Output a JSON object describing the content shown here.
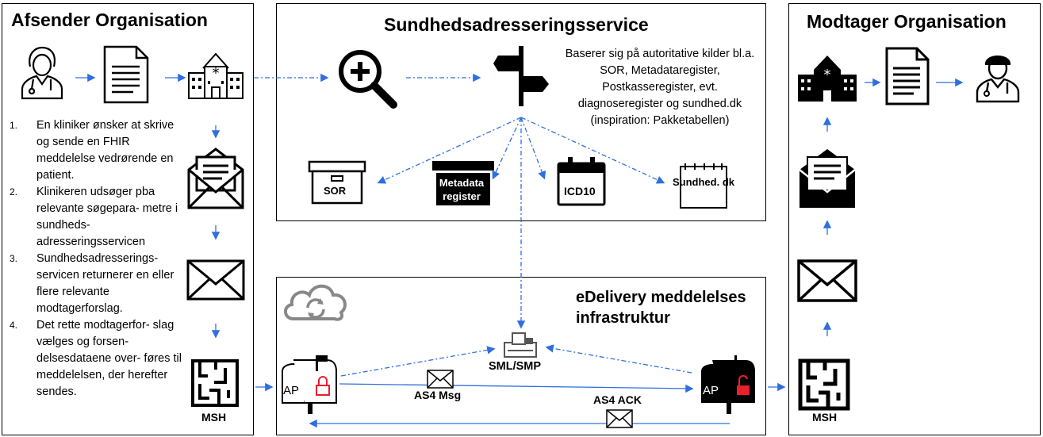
{
  "sender": {
    "title": "Afsender Organisation",
    "steps": [
      {
        "num": "1.",
        "text": "En kliniker ønsker at skrive og sende en FHIR meddelelse vedrørende en patient."
      },
      {
        "num": "2.",
        "text": "Klinikeren udsøger pba relevante søgepara- metre i sundheds- adresseringsservicen"
      },
      {
        "num": "3.",
        "text": "Sundhedsadresserings- servicen returnerer en eller flere relevante modtagerforslag."
      },
      {
        "num": "4.",
        "text": "Det rette modtagerfor- slag vælges og forsen- delsesdataene over- føres til meddelelsen, der herefter sendes."
      }
    ],
    "msh_label": "MSH"
  },
  "service": {
    "title": "Sundhedsadresseringsservice",
    "description": "Baserer sig på autoritative kilder bl.a. SOR, Metadataregister, Postkasseregister, evt. diagnoseregister og sundhed.dk (inspiration: Pakketabellen)",
    "sources": {
      "sor": "SOR",
      "metadata": "Metadata register",
      "icd10": "ICD10",
      "sundhed": "Sundhed. dk"
    }
  },
  "edelivery": {
    "title": "eDelivery meddelelses infrastruktur",
    "sml_smp": "SML/SMP",
    "ap_label": "AP",
    "as4_msg": "AS4 Msg",
    "as4_ack": "AS4 ACK"
  },
  "receiver": {
    "title": "Modtager Organisation",
    "msh_label": "MSH"
  },
  "colors": {
    "arrow": "#2f6fe0",
    "lock_red": "#e8202a",
    "border": "#000000"
  }
}
